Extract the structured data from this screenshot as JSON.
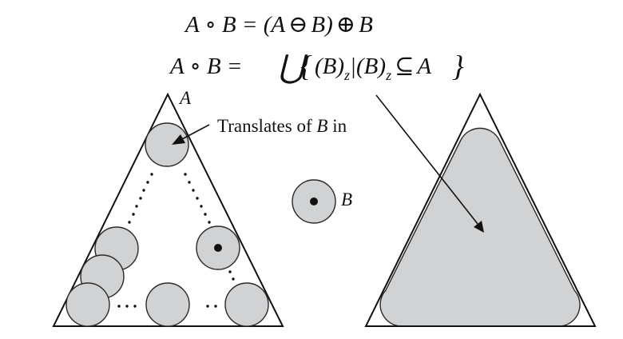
{
  "equations": {
    "eq1": {
      "left": "A ∘ B = (A",
      "erosion_symbol": "⊖",
      "middle": "B)",
      "dilation_symbol": "⊕",
      "right": "B"
    },
    "eq2": {
      "left": "A ∘ B =",
      "union_symbol": "⋃",
      "open_brace": "{",
      "set_start": "(B)",
      "sub1": "z",
      "bar": "|(B)",
      "sub2": "z",
      "subset_symbol": "⊆",
      "set_end": "A",
      "close_brace": "}"
    }
  },
  "labels": {
    "set_a": "A",
    "translates_prefix": "Translates of ",
    "translates_var": "B",
    "translates_suffix": " in",
    "struct_element": "B"
  },
  "colors": {
    "fill_gray": "#d0d2d4",
    "stroke": "#111111"
  }
}
